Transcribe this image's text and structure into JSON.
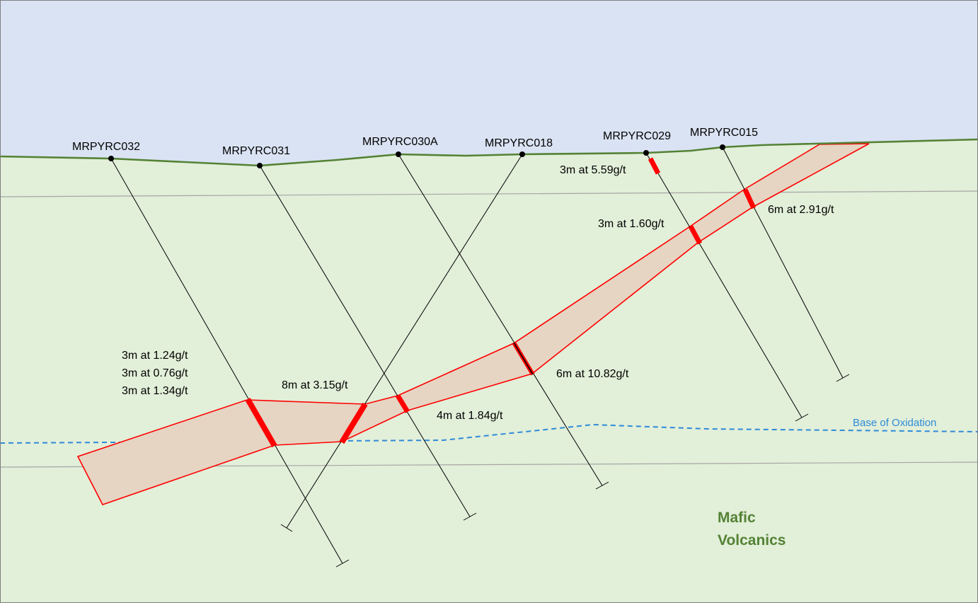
{
  "colors": {
    "sky": "#dae3f3",
    "ground": "#e2efd9",
    "surface_line": "#548235",
    "lode_fill": "#e5d5c2",
    "lode_outline": "#ff0000",
    "intercept": "#ff0000",
    "drill_trace": "#000000",
    "grid_line": "#a6a6a6",
    "oxidation_line": "#2e8bd8",
    "rock_label": "#548235"
  },
  "drillholes": [
    {
      "id": "MRPYRC032"
    },
    {
      "id": "MRPYRC031"
    },
    {
      "id": "MRPYRC030A"
    },
    {
      "id": "MRPYRC018"
    },
    {
      "id": "MRPYRC029"
    },
    {
      "id": "MRPYRC015"
    }
  ],
  "intercepts": [
    {
      "text": "3m at 5.59g/t"
    },
    {
      "text": "6m at 2.91g/t"
    },
    {
      "text": "3m at 1.60g/t"
    },
    {
      "text": "6m at 10.82g/t"
    },
    {
      "text": "4m at 1.84g/t"
    },
    {
      "text": "8m at 3.15g/t"
    },
    {
      "text": "3m at 1.24g/t"
    },
    {
      "text": "3m at 0.76g/t"
    },
    {
      "text": "3m at 1.34g/t"
    }
  ],
  "oxidation": {
    "label": "Base of Oxidation"
  },
  "lithology": {
    "line1": "Mafic",
    "line2": "Volcanics"
  }
}
